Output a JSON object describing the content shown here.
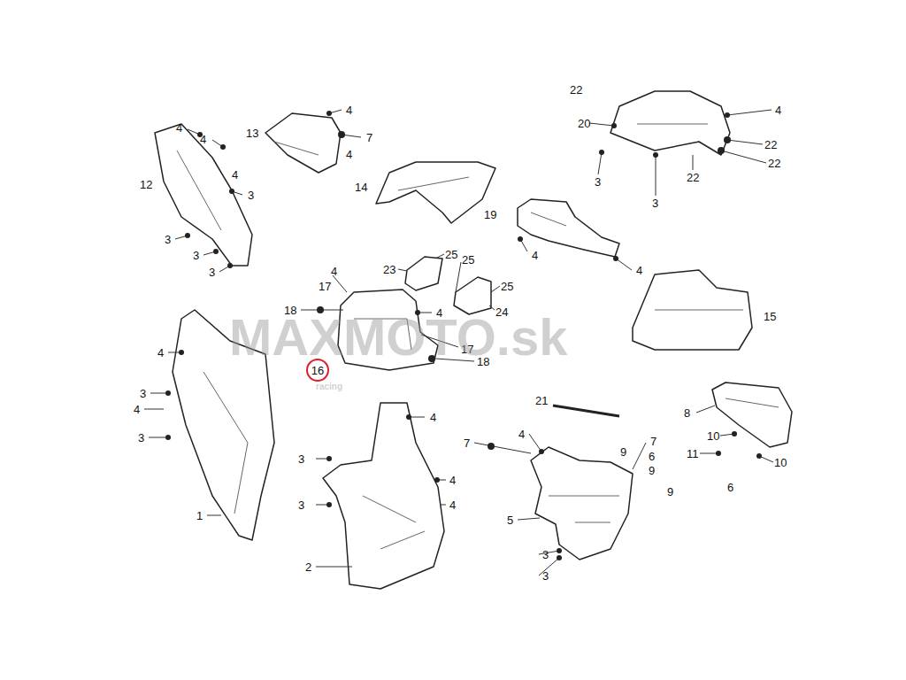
{
  "diagram": {
    "nodes": [
      {
        "text": [
          "16"
        ]
      }
    ],
    "labels": [
      "4",
      "4",
      "4",
      "12",
      "3",
      "3",
      "3",
      "3",
      "4",
      "13",
      "7",
      "4",
      "14",
      "22",
      "20",
      "4",
      "22",
      "22",
      "22",
      "3",
      "3",
      "19",
      "4",
      "4",
      "23",
      "25",
      "25",
      "25",
      "24",
      "17",
      "4",
      "18",
      "4",
      "17",
      "18",
      "15",
      "4",
      "3",
      "4",
      "3",
      "1",
      "4",
      "3",
      "4",
      "3",
      "4",
      "2",
      "21",
      "7",
      "4",
      "7",
      "9",
      "6",
      "9",
      "9",
      "5",
      "3",
      "3",
      "8",
      "10",
      "11",
      "10",
      "6",
      "MAXMOTO.sk",
      "racing"
    ]
  }
}
